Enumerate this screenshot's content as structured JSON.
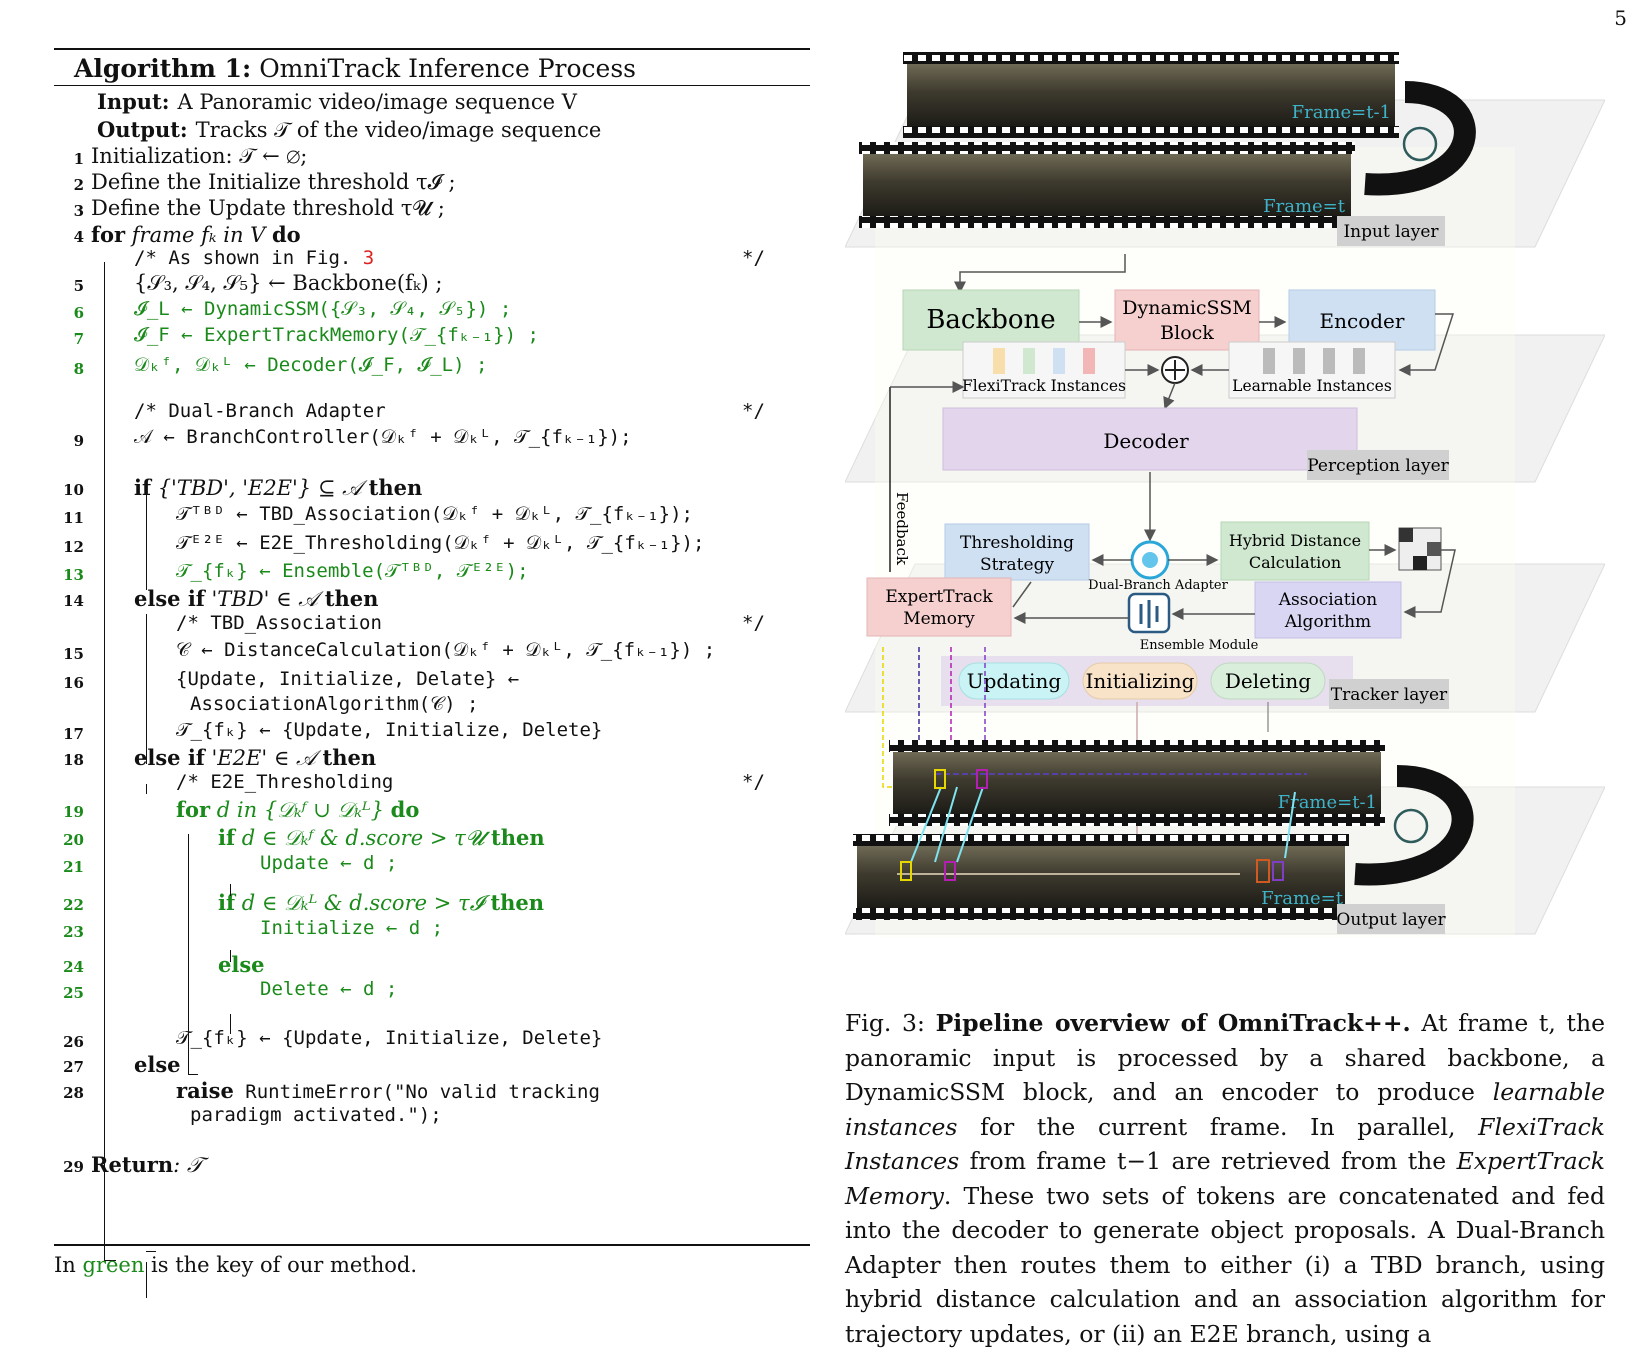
{
  "page_number": "5",
  "algorithm": {
    "label": "Algorithm 1:",
    "title": "OmniTrack Inference Process",
    "input_label": "Input:",
    "input_text": "A Panoramic video/image sequence V",
    "output_label": "Output:",
    "output_text": "Tracks 𝒯 of the video/image sequence",
    "lines": [
      {
        "n": "1",
        "text": "Initialization: 𝒯 ← ∅;"
      },
      {
        "n": "2",
        "text": "Define the Initialize threshold τ𝓘 ;"
      },
      {
        "n": "3",
        "text": "Define the Update threshold τ𝓤 ;"
      },
      {
        "n": "4",
        "kw": "for",
        "mid": " frame fₖ in V ",
        "kw2": "do"
      },
      {
        "comment": "/* As shown in Fig. ",
        "ref": "3",
        "end": "*/"
      },
      {
        "n": "5",
        "text": "{𝒮₃, 𝒮₄, 𝒮₅} ← Backbone(fₖ) ;"
      },
      {
        "n": "6",
        "text": "𝓘_L ← DynamicSSM({𝒮₃, 𝒮₄, 𝒮₅}) ;"
      },
      {
        "n": "7",
        "text": "𝓘_F ← ExpertTrackMemory(𝒯_{fₖ₋₁}) ;"
      },
      {
        "n": "8",
        "text": "𝒟ₖᶠ, 𝒟ₖᴸ ← Decoder(𝓘_F, 𝓘_L) ;"
      },
      {
        "comment": "/* Dual-Branch Adapter",
        "end": "*/"
      },
      {
        "n": "9",
        "text": "𝒜 ← BranchController(𝒟ₖᶠ + 𝒟ₖᴸ, 𝒯_{fₖ₋₁});"
      },
      {
        "n": "10",
        "kw": "if",
        "mid": " {'TBD', 'E2E'} ⊆ 𝒜 ",
        "kw2": "then"
      },
      {
        "n": "11",
        "text": "𝒯ᵀᴮᴰ ← TBD_Association(𝒟ₖᶠ + 𝒟ₖᴸ, 𝒯_{fₖ₋₁});"
      },
      {
        "n": "12",
        "text": "𝒯ᴱ²ᴱ ← E2E_Thresholding(𝒟ₖᶠ + 𝒟ₖᴸ, 𝒯_{fₖ₋₁});"
      },
      {
        "n": "13",
        "text": "𝒯_{fₖ} ← Ensemble(𝒯ᵀᴮᴰ, 𝒯ᴱ²ᴱ);"
      },
      {
        "n": "14",
        "kw": "else if",
        "mid": " 'TBD' ∈ 𝒜 ",
        "kw2": "then"
      },
      {
        "comment": "/* TBD_Association",
        "end": "*/"
      },
      {
        "n": "15",
        "text": "𝒞 ← DistanceCalculation(𝒟ₖᶠ + 𝒟ₖᴸ, 𝒯_{fₖ₋₁}) ;"
      },
      {
        "n": "16",
        "text": "{Update, Initialize, Delate} ←"
      },
      {
        "text": "AssociationAlgorithm(𝒞) ;"
      },
      {
        "n": "17",
        "text": "𝒯_{fₖ} ← {Update, Initialize, Delete}"
      },
      {
        "n": "18",
        "kw": "else if",
        "mid": " 'E2E' ∈ 𝒜 ",
        "kw2": "then"
      },
      {
        "comment": "/* E2E_Thresholding",
        "end": "*/"
      },
      {
        "n": "19",
        "kw": "for",
        "mid": " d in {𝒟ₖᶠ ∪ 𝒟ₖᴸ} ",
        "kw2": "do"
      },
      {
        "n": "20",
        "kw": "if",
        "mid": " d ∈ 𝒟ₖᶠ  &  d.score > τ𝓤 ",
        "kw2": "then"
      },
      {
        "n": "21",
        "text": "Update ← d ;"
      },
      {
        "n": "22",
        "kw": "if",
        "mid": " d ∈ 𝒟ₖᴸ  &  d.score > τ𝓘 ",
        "kw2": "then"
      },
      {
        "n": "23",
        "text": "Initialize  ← d ;"
      },
      {
        "n": "24",
        "kw": "else"
      },
      {
        "n": "25",
        "text": "Delete ← d ;"
      },
      {
        "n": "26",
        "text": "𝒯_{fₖ} ← {Update, Initialize, Delete}"
      },
      {
        "n": "27",
        "kw": "else"
      },
      {
        "n": "28",
        "kw": "raise",
        "mid": " RuntimeError(\"No valid tracking"
      },
      {
        "text": "paradigm activated.\");"
      },
      {
        "n": "29",
        "kw": "Return",
        "mid": ": 𝒯"
      }
    ],
    "footnote_pre": "In ",
    "footnote_green": "green",
    "footnote_post": " is the key of our method."
  },
  "figure": {
    "frame_prev": "Frame=t-1",
    "frame_cur": "Frame=t",
    "layers": {
      "input": "Input layer",
      "perception": "Perception layer",
      "tracker": "Tracker layer",
      "output": "Output layer"
    },
    "blocks": {
      "backbone": "Backbone",
      "dynamic_ssm_1": "DynamicSSM",
      "dynamic_ssm_2": "Block",
      "encoder": "Encoder",
      "flexitrack": "FlexiTrack Instances",
      "learnable": "Learnable Instances",
      "decoder": "Decoder",
      "feedback": "Feedback",
      "thresholding_1": "Thresholding",
      "thresholding_2": "Strategy",
      "hybrid_1": "Hybrid Distance",
      "hybrid_2": "Calculation",
      "dual_branch": "Dual-Branch Adapter",
      "expert_1": "ExpertTrack",
      "expert_2": "Memory",
      "association_1": "Association",
      "association_2": "Algorithm",
      "ensemble": "Ensemble Module",
      "updating": "Updating",
      "initializing": "Initializing",
      "deleting": "Deleting"
    },
    "colors": {
      "green_block": "#cfe8cf",
      "pink_block": "#f6cfcf",
      "blue_block": "#cfe0f3",
      "purple_block": "#e3d6ec",
      "lavender_block": "#d9d6f3",
      "cyan_pill": "#c9f3f5",
      "peach_pill": "#f8e3c8",
      "mint_pill": "#d9eedb"
    }
  },
  "caption": {
    "prefix": "Fig. 3: ",
    "bold": "Pipeline overview of OmniTrack++.",
    "t1": " At frame t, the panoramic input is processed by a shared backbone, a DynamicSSM block, and an encoder to produce ",
    "i1": "learnable instances",
    "t2": " for the current frame. In parallel, ",
    "i2": "FlexiTrack Instances",
    "t3": " from frame t−1 are retrieved from the ",
    "i3": "ExpertTrack Memory",
    "t4": ". These two sets of tokens are concatenated and fed into the decoder to generate object proposals. A Dual-Branch Adapter then routes them to either (i) a TBD branch, using hybrid distance calculation and an association algorithm for trajectory updates, or (ii) an E2E branch, using a"
  }
}
